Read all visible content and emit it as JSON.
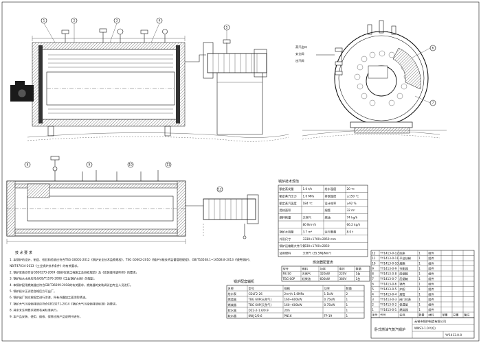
{
  "drawing": {
    "title": "卧式燃油气蒸汽锅炉",
    "company": "无锡市锅炉制造有限公司",
    "drawing_no": "WNS1-1.0-Y(Q)",
    "sheet_no": "YY1413-0-0",
    "circle_labels": [
      "1",
      "2",
      "3",
      "4",
      "5",
      "6",
      "7",
      "8",
      "9",
      "10",
      "11",
      "12"
    ],
    "front_callouts": [
      "蒸汽出口",
      "安全阀",
      "出汽阀"
    ]
  },
  "section_params": {
    "heading": "锅炉技术规范",
    "rows": [
      [
        "额定蒸发量",
        "1.0 t/h",
        "给水温度",
        "20 ℃"
      ],
      [
        "额定蒸汽压力",
        "1.0 MPa",
        "排烟温度",
        "≤150 ℃"
      ],
      [
        "额定蒸汽温度",
        "184 ℃",
        "设计效率",
        "≥92 %"
      ],
      [
        "受热面积",
        "",
        "烟管",
        "32 m²"
      ],
      [
        "燃料耗量",
        "天然气",
        "燃油",
        "74 kg/h"
      ],
      [
        "",
        "80 Nm³/h",
        "",
        "66.2 kg/h"
      ],
      [
        "锅炉水容量",
        "3.7 m³",
        "运行重量",
        "8.0 t"
      ],
      [
        "外形尺寸",
        "3330×1700×2050 mm",
        "",
        ""
      ],
      [
        "锅炉运输最大件尺寸",
        "3330×1700×2050",
        "",
        ""
      ],
      [
        "适用燃料",
        "天然气 (35.5MJ/Nm³)",
        "",
        ""
      ]
    ]
  },
  "section_burner": {
    "heading": "燃烧器配置表",
    "head": [
      "型号",
      "燃料",
      "功率",
      "电压",
      "数量"
    ],
    "rows": [
      [
        "RS 50",
        "天然气",
        "320kW",
        "220V",
        "1台"
      ],
      [
        "TBG 60P",
        "轻柴油",
        "600kW",
        "380V",
        "1台"
      ]
    ]
  },
  "section_pump": {
    "heading": "锅炉配套辅机",
    "head": [
      "名称",
      "型号",
      "规格",
      "功率",
      "数量"
    ],
    "rows": [
      [
        "给水泵",
        "CDLF2-26",
        "2m³/h 1.6MPa",
        "1.1kW",
        "2"
      ],
      [
        "燃烧器",
        "TBG 60P(天然气)",
        "160~600kW",
        "0.75kW",
        "1"
      ],
      [
        "燃烧器",
        "TBG 60P(天然气)",
        "160~600kW",
        "0.75kW",
        "1"
      ],
      [
        "软水器",
        "DZ2-2-1.6/0.9",
        "2t/h",
        "",
        "1"
      ],
      [
        "软水器",
        "KWJ-2/0.6",
        "PN16",
        "FP-19",
        "1"
      ]
    ]
  },
  "parts_list": {
    "head": [
      "序号",
      "代号",
      "名称",
      "数量",
      "材料",
      "单重",
      "总重",
      "备注"
    ],
    "rows": [
      [
        "12",
        "YY1413-0-12",
        "底座",
        "1",
        "组件",
        "",
        "",
        ""
      ],
      [
        "11",
        "YY1413-0-11",
        "平台扶梯",
        "1",
        "组件",
        "",
        "",
        ""
      ],
      [
        "10",
        "YY1413-0-10",
        "烟箱",
        "1",
        "组件",
        "",
        "",
        ""
      ],
      [
        "9",
        "YY1413-0-9",
        "节能器",
        "1",
        "组件",
        "",
        "",
        ""
      ],
      [
        "8",
        "YY1413-0-8",
        "前烟箱",
        "1",
        "组件",
        "",
        "",
        ""
      ],
      [
        "7",
        "YY1413-0-7",
        "后烟箱",
        "1",
        "组件",
        "",
        "",
        ""
      ],
      [
        "6",
        "YY1413-0-6",
        "锅壳",
        "1",
        "组件",
        "",
        "",
        ""
      ],
      [
        "5",
        "YY1413-0-5",
        "炉胆",
        "1",
        "组件",
        "",
        "",
        ""
      ],
      [
        "4",
        "YY1413-0-4",
        "烟管",
        "1",
        "组件",
        "",
        "",
        ""
      ],
      [
        "3",
        "YY1413-0-3",
        "阀门仪表",
        "1",
        "组件",
        "",
        "",
        ""
      ],
      [
        "2",
        "YY1413-0-2",
        "保温层",
        "1",
        "组件",
        "",
        "",
        ""
      ],
      [
        "1",
        "YY1413-0-1",
        "燃烧器",
        "1",
        "组件",
        "",
        "",
        ""
      ]
    ]
  },
  "notes": {
    "heading": "技 术 要 求",
    "lines": [
      "1. 本锅炉的设计、制造、检验和验收应符合TSG G0001-2012《锅炉安全技术监察规程》、TSG G0002-2010《锅炉节能技术监督管理规程》、GB/T16508.1~16508.8-2013《锅壳锅炉》、",
      "   NB/T47034-2013《工业锅炉技术条件》的有关要求。",
      "2. 锅炉安装应符合GB50273-2009《锅炉安装工程施工及验收规范》及《安装使用说明书》的要求。",
      "3. 锅炉给水水质应符合GB/T1576-2008《工业锅炉水质》的规定。",
      "4. 本锅炉配用燃烧器应符合GB/T36699-2018的有关要求，燃烧器的安装调试由专业人员进行。",
      "5. 锅炉经水压试验合格后方可出厂。",
      "6. 锅炉出厂前应按规定进行涂漆，所有外露加工面涂防锈油。",
      "7. 锅炉大气污染物排放应符合GB13271-2014《锅炉大气污染物排放标准》的要求。",
      "8. 其余未注明要求按照有关标准执行。",
      "9. 本产品安装、使用、维修、保养应按产品说明书进行。"
    ]
  }
}
